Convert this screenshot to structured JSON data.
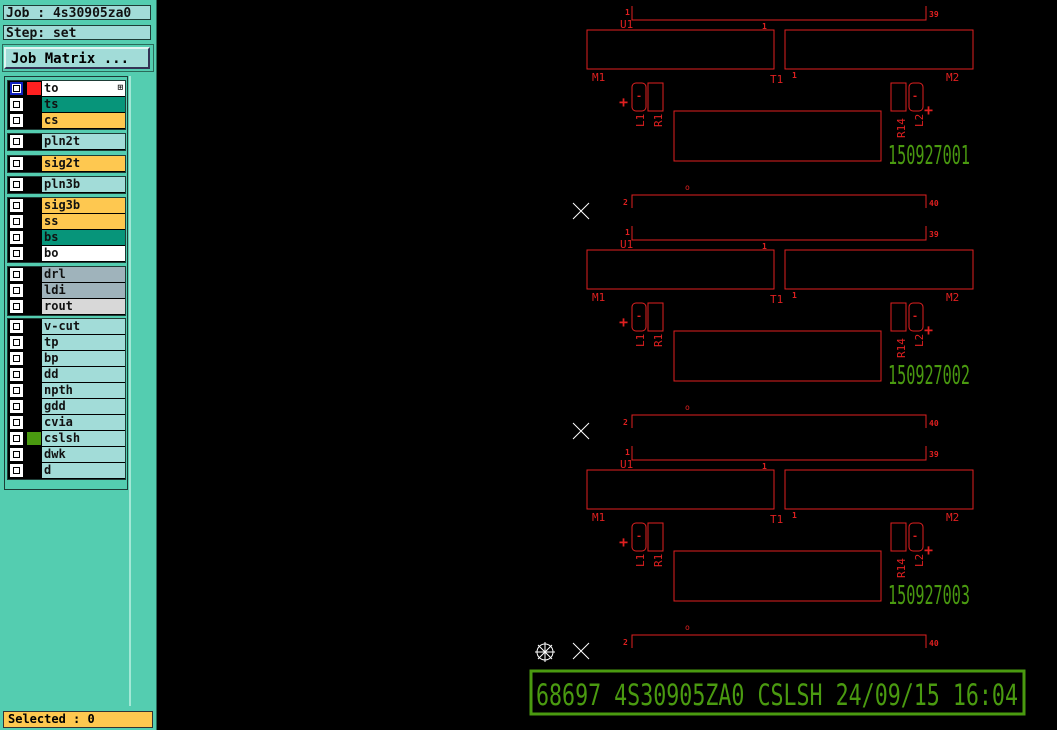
{
  "panel": {
    "job": "Job : 4s30905za0",
    "step": "Step: set",
    "job_matrix": "Job Matrix ...",
    "selected": "Selected : 0"
  },
  "layers": [
    {
      "name": "to",
      "color": "#ffffff",
      "swatch": "#ff2020",
      "group": 0
    },
    {
      "name": "ts",
      "color": "#07957a",
      "group": 0
    },
    {
      "name": "cs",
      "color": "#fec850",
      "group": 0
    },
    {
      "name": "pln2t",
      "color": "#a2dcd8",
      "group": 1
    },
    {
      "name": "sig2t",
      "color": "#fec850",
      "group": 2
    },
    {
      "name": "pln3b",
      "color": "#a2dcd8",
      "group": 3
    },
    {
      "name": "sig3b",
      "color": "#fec850",
      "group": 4
    },
    {
      "name": "ss",
      "color": "#fec850",
      "group": 4
    },
    {
      "name": "bs",
      "color": "#07957a",
      "group": 4
    },
    {
      "name": "bo",
      "color": "#ffffff",
      "group": 4
    },
    {
      "name": "drl",
      "color": "#9fb3bb",
      "group": 5
    },
    {
      "name": "ldi",
      "color": "#9fb3bb",
      "group": 5
    },
    {
      "name": "rout",
      "color": "#d8d8d8",
      "group": 5
    },
    {
      "name": "v-cut",
      "color": "#a2dcd8",
      "group": 6
    },
    {
      "name": "tp",
      "color": "#a2dcd8",
      "group": 6
    },
    {
      "name": "bp",
      "color": "#a2dcd8",
      "group": 6
    },
    {
      "name": "dd",
      "color": "#a2dcd8",
      "group": 6
    },
    {
      "name": "npth",
      "color": "#a2dcd8",
      "group": 6
    },
    {
      "name": "gdd",
      "color": "#a2dcd8",
      "group": 6
    },
    {
      "name": "cvia",
      "color": "#a2dcd8",
      "group": 6
    },
    {
      "name": "cslsh",
      "color": "#a2dcd8",
      "swatch": "#4a9a10",
      "group": 6
    },
    {
      "name": "dwk",
      "color": "#a2dcd8",
      "group": 6
    },
    {
      "name": "d",
      "color": "#a2dcd8",
      "group": 6
    }
  ],
  "board": {
    "labels": {
      "pin1": "1",
      "pin39": "39",
      "u1": "U1",
      "m1": "M1",
      "t1": "T1",
      "m2": "M2",
      "l1": "L1",
      "r1": "R1",
      "r14": "R14",
      "l2": "L2",
      "plus": "+",
      "minus": "-",
      "o": "o",
      "pin2": "2",
      "pin40": "40"
    },
    "serials": [
      "150927001",
      "150927002",
      "150927003"
    ],
    "stamp": "68697  4S30905ZA0 CSLSH 24/09/15 16:04",
    "colors": {
      "copper": "#e02020",
      "silk": "#4a9a10",
      "marker": "#ffffff"
    }
  }
}
